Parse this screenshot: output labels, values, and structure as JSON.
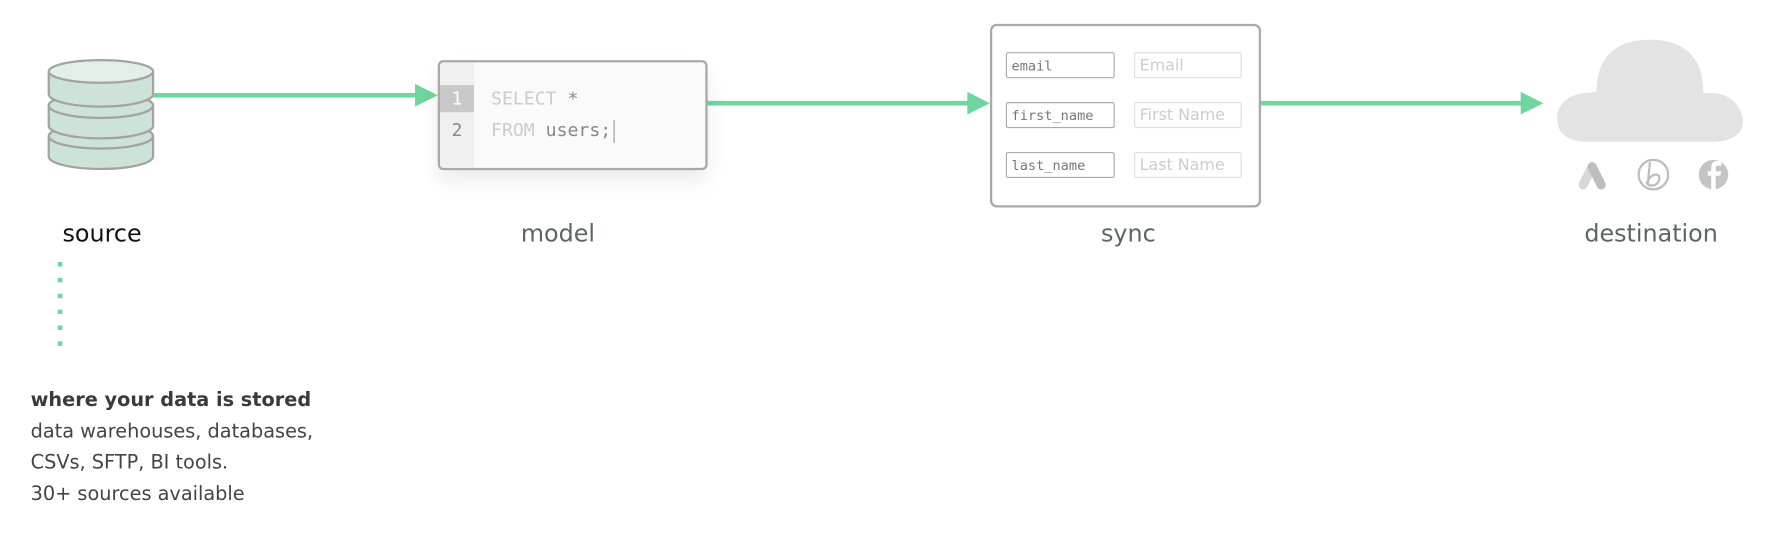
{
  "colors": {
    "arrow": "#6fd6a0",
    "db_fill": "#cde3d9",
    "db_top": "#e2efe9",
    "outline": "#a9a9a9",
    "icon_gray": "#c8c8c8",
    "cloud": "#e3e3e3"
  },
  "stages": {
    "source": "source",
    "model": "model",
    "sync": "sync",
    "destination": "destination"
  },
  "model_code": {
    "line_numbers": [
      "1",
      "2"
    ],
    "line1_keyword": "SELECT",
    "line1_rest": " *",
    "line2_keyword": "FROM",
    "line2_rest": " users;"
  },
  "sync_mappings": [
    {
      "source": "email",
      "destination": "Email"
    },
    {
      "source": "first_name",
      "destination": "First Name"
    },
    {
      "source": "last_name",
      "destination": "Last Name"
    }
  ],
  "destination_icons": [
    "google-ads-icon",
    "braze-icon",
    "facebook-icon"
  ],
  "source_description": {
    "title": "where your data is stored",
    "lines": [
      "data warehouses, databases,",
      "CSVs, SFTP, BI tools.",
      "30+ sources available"
    ]
  }
}
